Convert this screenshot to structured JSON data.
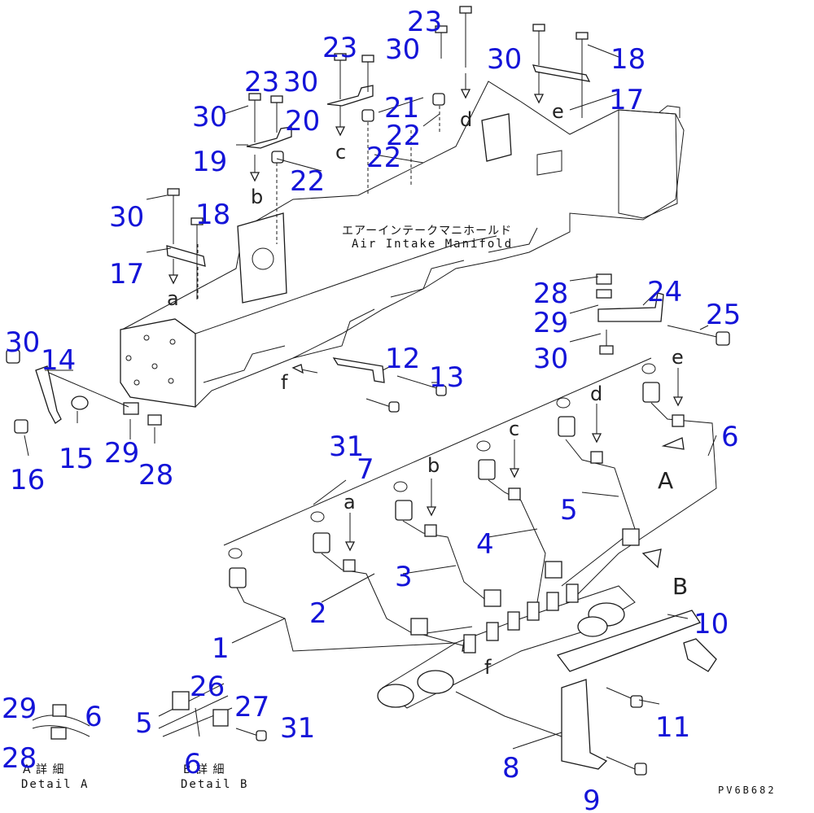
{
  "manifold_label_jp": "エアーインテークマニホールド",
  "manifold_label_en": "Air Intake Manifold",
  "detail_a_jp": "A 詳 細",
  "detail_a_en": "Detail A",
  "detail_b_jp": "B 詳 細",
  "detail_b_en": "Detail B",
  "drawing_code": "PV6B682",
  "view_arrows": [
    "A",
    "B"
  ],
  "connection_letters": [
    "a",
    "b",
    "c",
    "d",
    "e",
    "f"
  ],
  "part_numbers": [
    "1",
    "2",
    "3",
    "4",
    "5",
    "6",
    "7",
    "8",
    "9",
    "10",
    "11",
    "12",
    "13",
    "14",
    "15",
    "16",
    "17",
    "18",
    "19",
    "20",
    "21",
    "22",
    "23",
    "24",
    "25",
    "26",
    "27",
    "28",
    "29",
    "30",
    "31"
  ]
}
